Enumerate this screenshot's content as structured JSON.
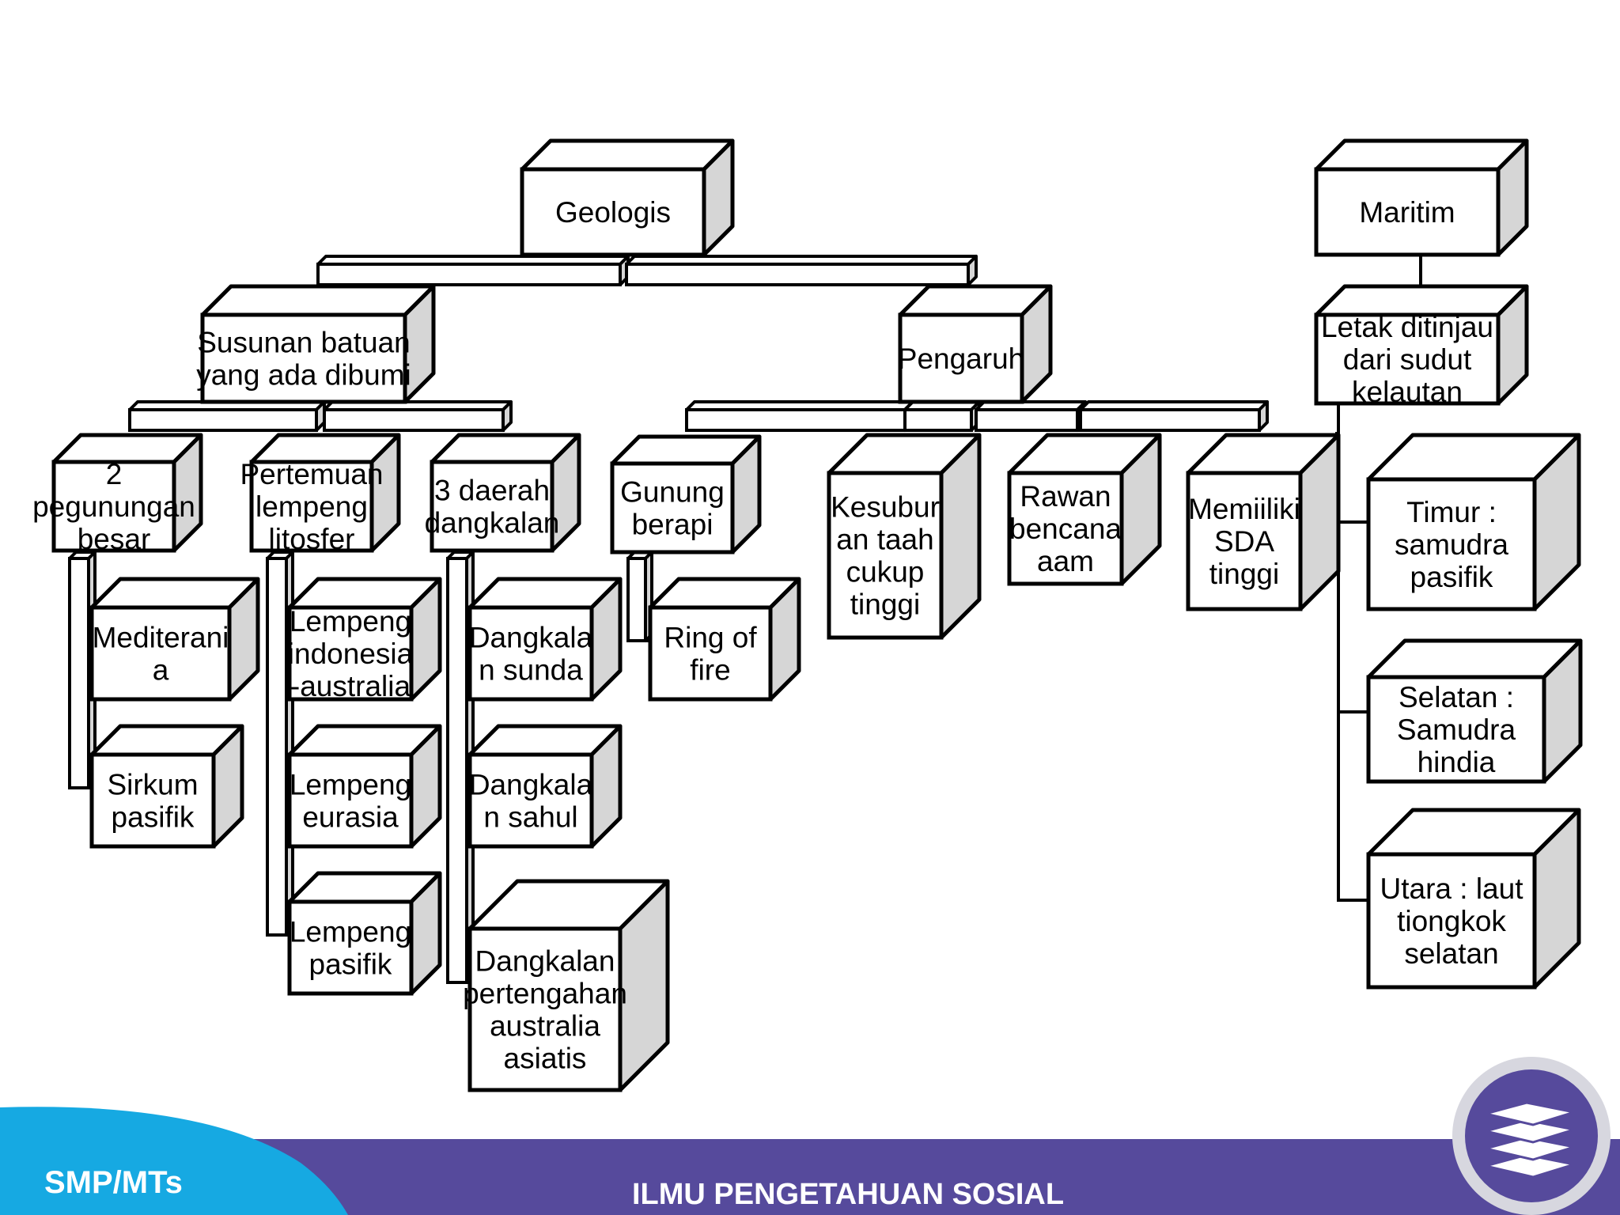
{
  "colors": {
    "box_face": "#ffffff",
    "box_side": "#d6d6d6",
    "box_stroke": "#000000",
    "footer_band": "#564a9c",
    "footer_accent": "#16a9e2",
    "logo_ring": "#d7d7df",
    "logo_disc": "#564a9c"
  },
  "nodes": {
    "geologis": "Geologis",
    "maritim": "Maritim",
    "susunan": "Susunan batuan yang ada dibumi",
    "pengaruh": "Pengaruh",
    "letak": "Letak ditinjau dari sudut kelautan",
    "pegunungan": "2 pegunungan besar",
    "pertemuan": "Pertemuan lempeng litosfer",
    "dangkalan3": "3 daerah dangkalan",
    "mediterania": "Mediterania",
    "sirkum": "Sirkum pasifik",
    "lempeng_ia": "Lempeng indonesia -australia",
    "lempeng_eurasia": "Lempeng eurasia",
    "lempeng_pasifik": "Lempeng pasifik",
    "dangkalan_sunda": "Dangkalan sunda",
    "dangkalan_sahul": "Dangkalan sahul",
    "dangkalan_pertengahan": "Dangkalan pertengahan australia asiatis",
    "gunung": "Gunung berapi",
    "ring": "Ring of fire",
    "kesuburan": "Kesuburan taah cukup tinggi",
    "rawan": "Rawan bencana aam",
    "sda": "Memiiliki SDA tinggi",
    "timur": "Timur : samudra pasifik",
    "selatan": "Selatan : Samudra hindia",
    "utara": "Utara : laut tiongkok selatan"
  },
  "footer": {
    "level": "SMP/MTs",
    "subject": "ILMU PENGETAHUAN SOSIAL"
  },
  "icons": {
    "logo": "stacked-books-icon"
  }
}
